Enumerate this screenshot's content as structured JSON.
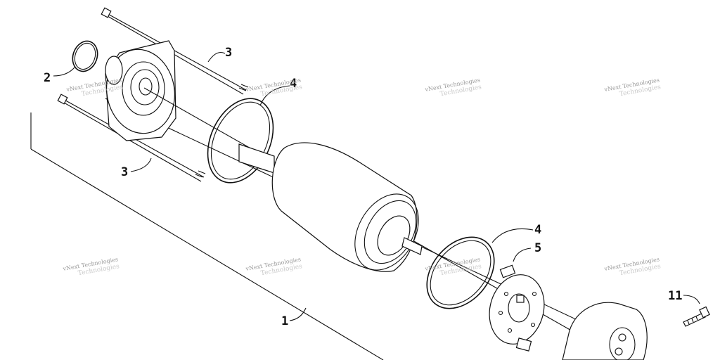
{
  "callouts": {
    "c1": "1",
    "c2": "2",
    "c3a": "3",
    "c3b": "3",
    "c4a": "4",
    "c4b": "4",
    "c5": "5",
    "c11": "11"
  },
  "watermark": {
    "line1": "vNext Technologies",
    "line2": "Technologies"
  },
  "parts_icons": [
    "o-ring-icon",
    "end-cover-icon",
    "through-bolt-icon",
    "armature-icon",
    "brush-plate-icon",
    "housing-icon",
    "bolt-icon"
  ]
}
